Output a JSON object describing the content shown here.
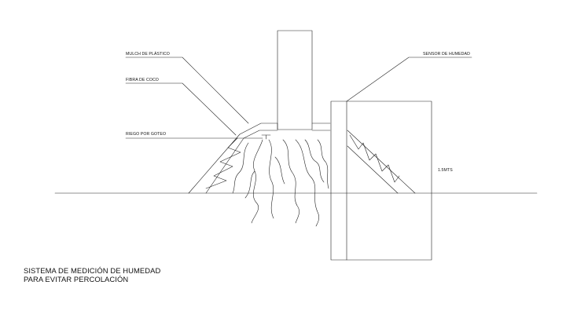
{
  "labels": {
    "mulch": "MULCH DE PLÁSTICO",
    "fiber": "FIBRA DE COCO",
    "drip": "RIEGO POR GOTEO",
    "sensor": "SENSOR DE HUMEDAD",
    "depth": "1.5MTS"
  },
  "caption": {
    "line1": "SISTEMA DE MEDICIÓN DE HUMEDAD",
    "line2": "PARA EVITAR PERCOLACIÓN"
  },
  "colors": {
    "line": "#222222",
    "text": "#111111"
  }
}
